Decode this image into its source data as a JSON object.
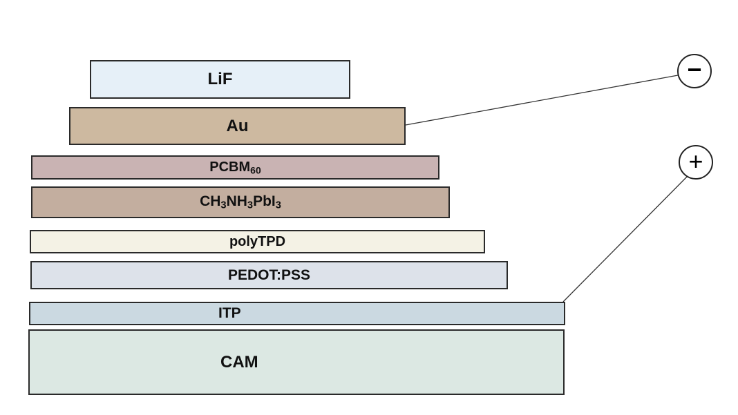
{
  "layers": [
    {
      "id": "lif",
      "segments": [
        {
          "t": "LiF"
        }
      ],
      "color": "#e6f0f8"
    },
    {
      "id": "au",
      "segments": [
        {
          "t": "Au"
        }
      ],
      "color": "#cdb9a0"
    },
    {
      "id": "pcbm",
      "segments": [
        {
          "t": "PCBM"
        },
        {
          "t": "60",
          "sub": true
        }
      ],
      "color": "#c9b3b3"
    },
    {
      "id": "perovskite",
      "segments": [
        {
          "t": "CH"
        },
        {
          "t": "3",
          "sub": true
        },
        {
          "t": "NH"
        },
        {
          "t": "3",
          "sub": true
        },
        {
          "t": "PbI"
        },
        {
          "t": "3",
          "sub": true
        }
      ],
      "color": "#c3ae9f"
    },
    {
      "id": "polytpd",
      "segments": [
        {
          "t": "polyTPD"
        }
      ],
      "color": "#f4f2e5"
    },
    {
      "id": "pedot",
      "segments": [
        {
          "t": "PEDOT:PSS"
        }
      ],
      "color": "#dde2ea"
    },
    {
      "id": "itp",
      "segments": [
        {
          "t": "ITP"
        }
      ],
      "color": "#cbd9e1"
    },
    {
      "id": "cam",
      "segments": [
        {
          "t": "CAM"
        }
      ],
      "color": "#dce8e3"
    }
  ],
  "terminals": {
    "negative": "−",
    "positive": "+"
  }
}
